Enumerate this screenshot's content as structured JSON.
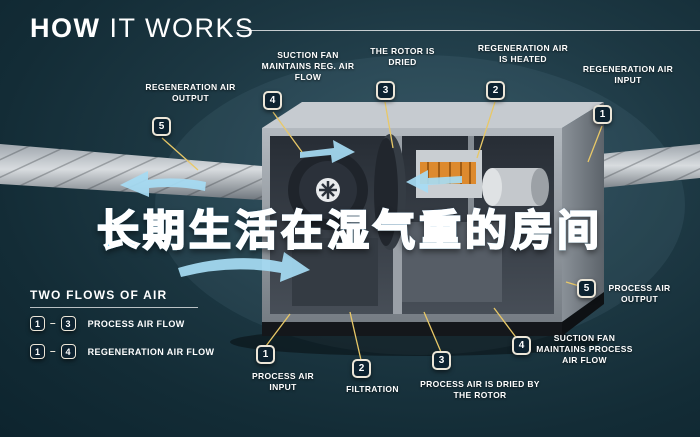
{
  "title": {
    "primary": "HOW",
    "secondary": "IT WORKS"
  },
  "overlay": {
    "text": "长期生活在湿气重的房间"
  },
  "top_callouts": [
    {
      "num": "5",
      "label": "REGENERATION AIR OUTPUT"
    },
    {
      "num": "4",
      "label": "SUCTION FAN MAINTAINS REG. AIR FLOW"
    },
    {
      "num": "3",
      "label": "THE ROTOR IS DRIED"
    },
    {
      "num": "2",
      "label": "REGENERATION AIR IS HEATED"
    },
    {
      "num": "1",
      "label": "REGENERATION AIR INPUT"
    }
  ],
  "bottom_callouts": [
    {
      "num": "1",
      "label": "PROCESS AIR INPUT"
    },
    {
      "num": "2",
      "label": "FILTRATION"
    },
    {
      "num": "3",
      "label": "PROCESS AIR IS DRIED BY THE ROTOR"
    },
    {
      "num": "4",
      "label": "SUCTION FAN MAINTAINS PROCESS AIR FLOW"
    },
    {
      "num": "5",
      "label": "PROCESS AIR OUTPUT"
    }
  ],
  "legend": {
    "title": "TWO FLOWS OF AIR",
    "rows": [
      {
        "start": "1",
        "separator": "–",
        "end": "3",
        "label": "PROCESS AIR FLOW"
      },
      {
        "start": "1",
        "separator": "–",
        "end": "4",
        "label": "REGENERATION AIR FLOW"
      }
    ]
  },
  "illustration_parts": [
    "duct-left",
    "duct-right",
    "suction-fan",
    "rotor",
    "heater",
    "process-fan",
    "airflow-arrows"
  ],
  "colors": {
    "background": "#1c3742",
    "leader_line": "#e8c867",
    "badge_background": "#0d2230",
    "badge_border": "#ece6d8",
    "airflow_arrow": "#a6dcf4",
    "heater": "#dd8a2e",
    "overlay_gradient_top": "#2b84dc",
    "overlay_gradient_bottom": "#54d2f6"
  }
}
